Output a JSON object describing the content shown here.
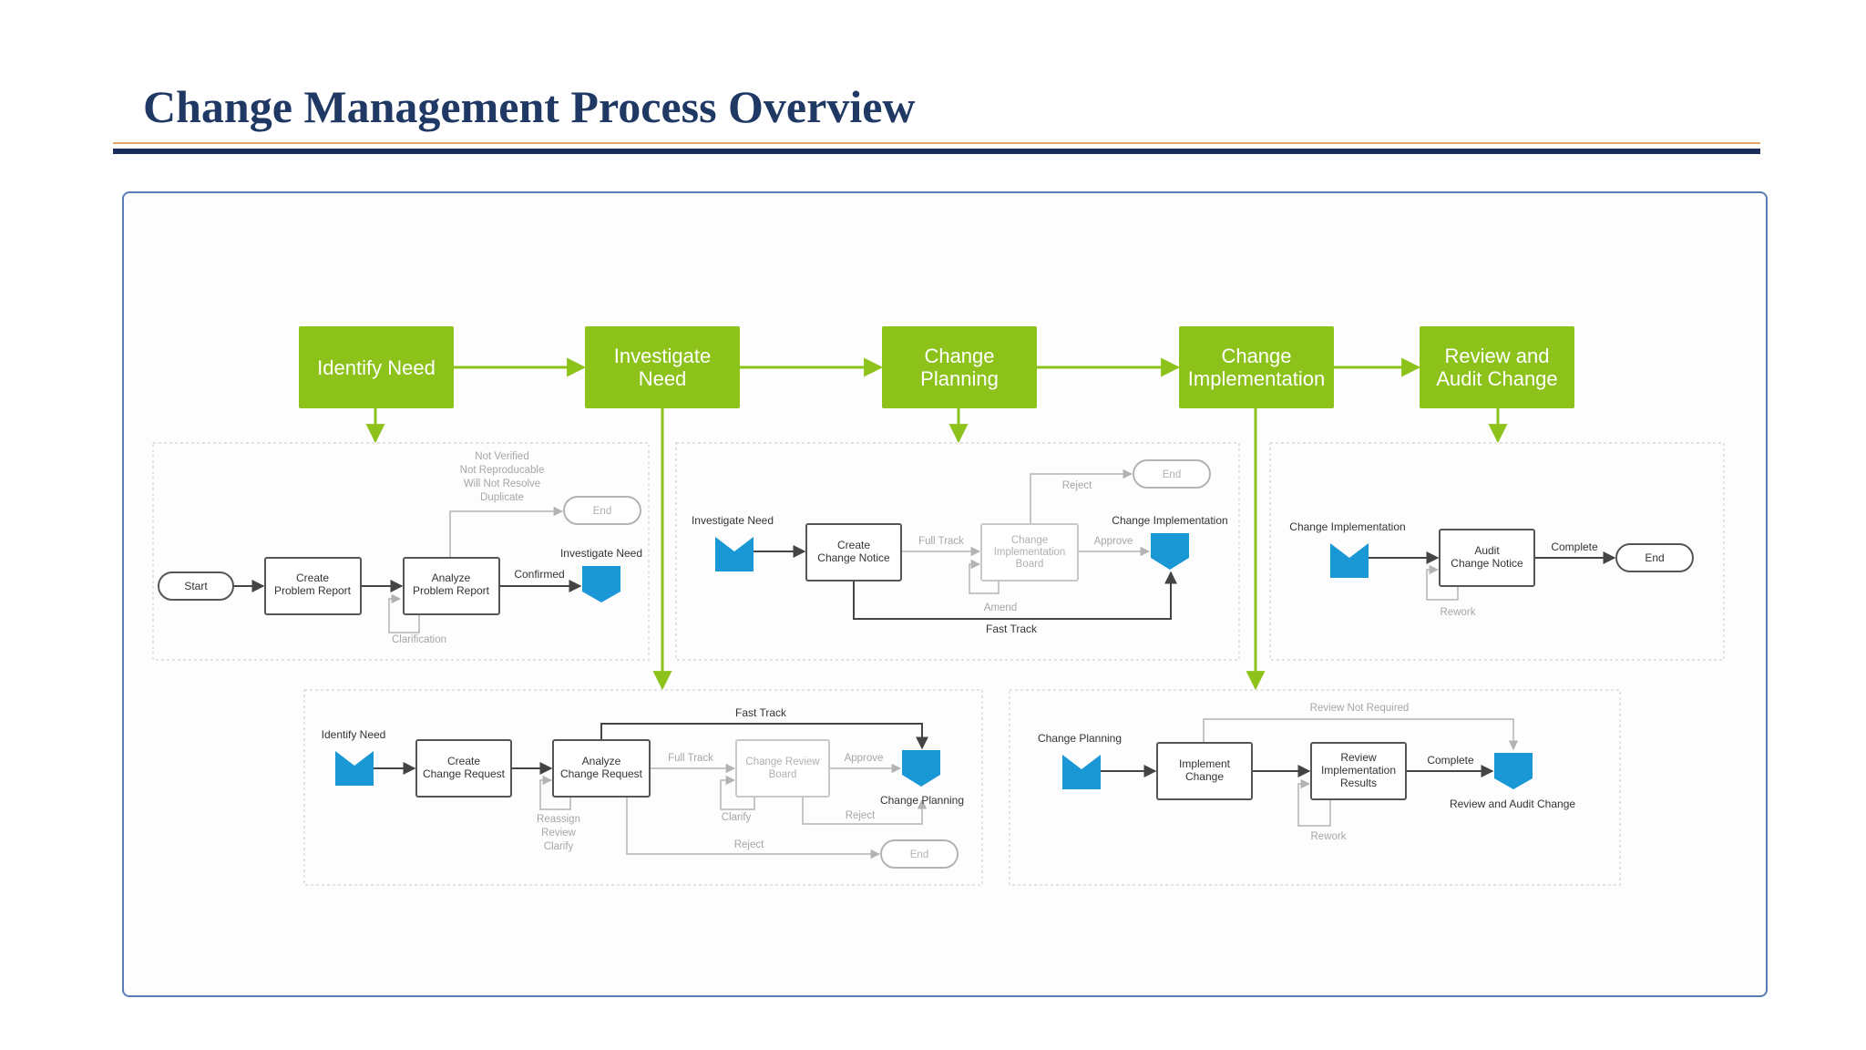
{
  "slide": {
    "title": "Change Management Process Overview"
  },
  "colors": {
    "stage_green": "#8cc21a",
    "flow_blue": "#1a97d5",
    "title_navy": "#1f3864"
  },
  "stages": [
    {
      "lines": [
        "Identify Need"
      ]
    },
    {
      "lines": [
        "Investigate",
        "Need"
      ]
    },
    {
      "lines": [
        "Change",
        "Planning"
      ]
    },
    {
      "lines": [
        "Change",
        "Implementation"
      ]
    },
    {
      "lines": [
        "Review and",
        "Audit Change"
      ]
    }
  ],
  "identify_need_flow": {
    "start": "Start",
    "create": [
      "Create",
      "Problem Report"
    ],
    "analyze": [
      "Analyze",
      "Problem Report"
    ],
    "end": "End",
    "not_verified": [
      "Not Verified",
      "Not Reproducable",
      "Will Not Resolve",
      "Duplicate"
    ],
    "confirmed": "Confirmed",
    "clarification": "Clarification",
    "next": "Investigate Need"
  },
  "change_planning_flow": {
    "prev": "Investigate Need",
    "create": [
      "Create",
      "Change Notice"
    ],
    "board": [
      "Change",
      "Implementation",
      "Board"
    ],
    "full_track": "Full Track",
    "approve": "Approve",
    "reject": "Reject",
    "end": "End",
    "next": "Change Implementation",
    "amend": "Amend",
    "fast_track": "Fast Track"
  },
  "review_flow": {
    "prev": "Change Implementation",
    "audit": [
      "Audit",
      "Change Notice"
    ],
    "complete": "Complete",
    "end": "End",
    "rework": "Rework"
  },
  "investigate_flow": {
    "prev": "Identify Need",
    "create": [
      "Create",
      "Change Request"
    ],
    "analyze": [
      "Analyze",
      "Change Request"
    ],
    "board": [
      "Change Review",
      "Board"
    ],
    "fast_track": "Fast Track",
    "full_track": "Full Track",
    "approve": "Approve",
    "next": "Change Planning",
    "clarify": "Clarify",
    "reject_upper": "Reject",
    "reassign": [
      "Reassign",
      "Review",
      "Clarify"
    ],
    "reject_lower": "Reject",
    "end": "End"
  },
  "implementation_flow": {
    "prev": "Change Planning",
    "implement": [
      "Implement",
      "Change"
    ],
    "review": [
      "Review",
      "Implementation",
      "Results"
    ],
    "complete": "Complete",
    "review_not_required": "Review Not Required",
    "rework": "Rework",
    "next": "Review and Audit Change"
  }
}
